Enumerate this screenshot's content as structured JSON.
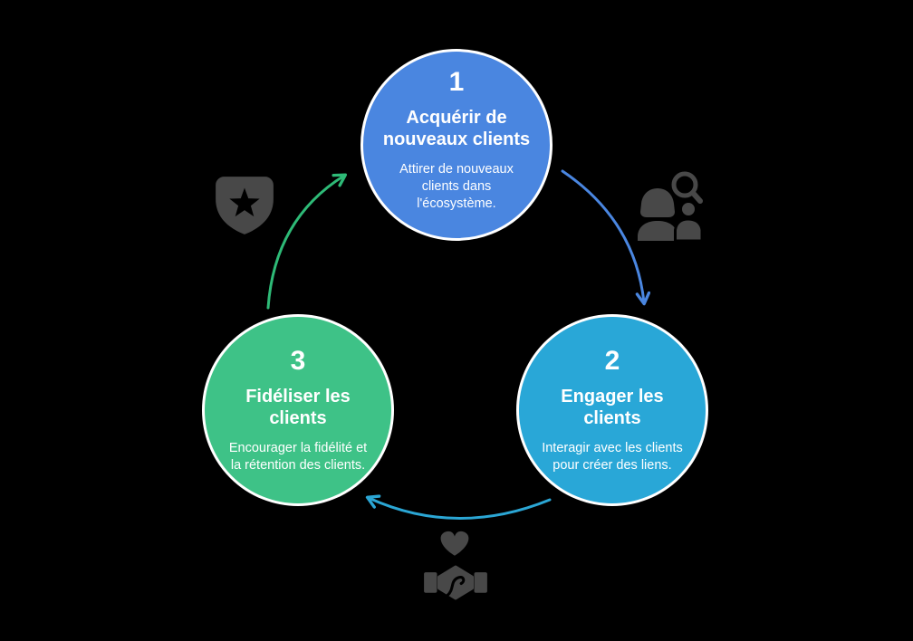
{
  "background_color": "#000000",
  "steps": [
    {
      "number": "1",
      "title": "Acquérir de\nnouveaux clients",
      "description": "Attirer de nouveaux\nclients dans\nl'écosystème.",
      "color": "#4a86e0",
      "text_color": "#ffffff"
    },
    {
      "number": "2",
      "title": "Engager les\nclients",
      "description": "Interagir avec les clients\npour créer des liens.",
      "color": "#29a7d7",
      "text_color": "#ffffff"
    },
    {
      "number": "3",
      "title": "Fidéliser les\nclients",
      "description": "Encourager la fidélité et\nla rétention des clients.",
      "color": "#3ec287",
      "text_color": "#ffffff"
    }
  ],
  "arrows": [
    {
      "name": "arrow-step1-to-step2",
      "color": "#4a86e0"
    },
    {
      "name": "arrow-step2-to-step3",
      "color": "#2ba6d4"
    },
    {
      "name": "arrow-step3-to-step1",
      "color": "#2eba77"
    }
  ],
  "icons": {
    "badge_star": {
      "name": "badge-star-icon",
      "color": "#484848"
    },
    "people_search": {
      "name": "people-search-icon",
      "color": "#484848"
    },
    "heart_handshake": {
      "name": "heart-handshake-icon",
      "color": "#484848"
    }
  }
}
